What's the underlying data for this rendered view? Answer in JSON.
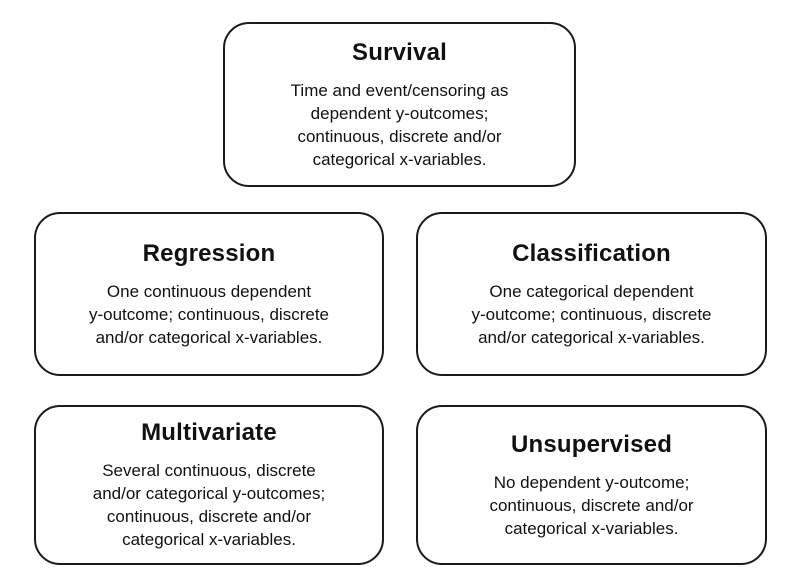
{
  "boxes": {
    "survival": {
      "title": "Survival",
      "description": "Time and event/censoring as\ndependent y-outcomes;\ncontinuous, discrete and/or\ncategorical x-variables."
    },
    "regression": {
      "title": "Regression",
      "description": "One continuous dependent\ny-outcome; continuous, discrete\nand/or categorical x-variables."
    },
    "classification": {
      "title": "Classification",
      "description": "One categorical dependent\ny-outcome; continuous, discrete\nand/or categorical x-variables."
    },
    "multivariate": {
      "title": "Multivariate",
      "description": "Several continuous, discrete\nand/or categorical y-outcomes;\ncontinuous, discrete and/or\ncategorical x-variables."
    },
    "unsupervised": {
      "title": "Unsupervised",
      "description": "No dependent y-outcome;\ncontinuous, discrete and/or\ncategorical x-variables."
    }
  }
}
